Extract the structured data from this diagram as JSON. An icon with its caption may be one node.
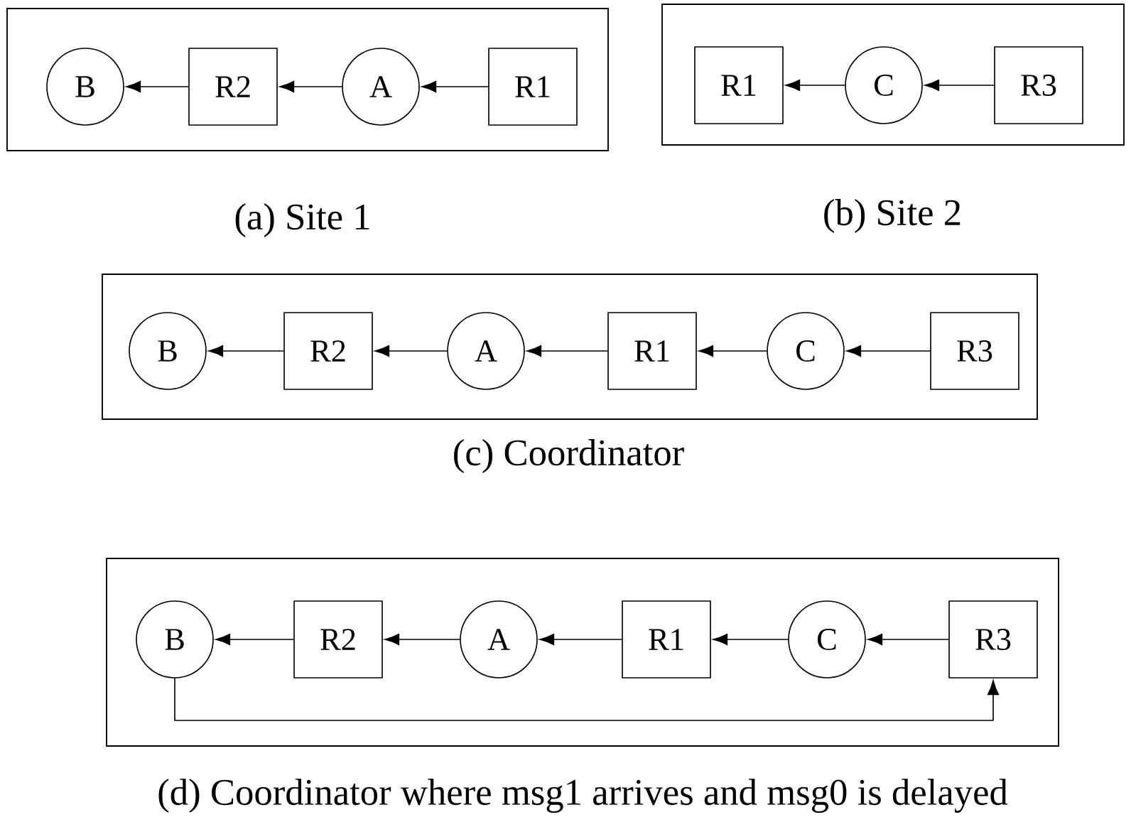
{
  "diagram": {
    "nodes": [
      {
        "text": [
          "(a) Site 1"
        ]
      },
      {
        "text": [
          "B"
        ],
        "in": 0
      },
      {
        "text": [
          "R2"
        ],
        "in": 0
      },
      {
        "text": [
          "A"
        ],
        "in": 0
      },
      {
        "text": [
          "R1"
        ],
        "in": 0
      },
      {
        "text": [
          "(b) Site 2"
        ]
      },
      {
        "text": [
          "R1"
        ],
        "in": 5
      },
      {
        "text": [
          "C"
        ],
        "in": 5
      },
      {
        "text": [
          "R3"
        ],
        "in": 5
      },
      {
        "text": [
          "(c) Coordinator"
        ]
      },
      {
        "text": [
          "B"
        ],
        "in": 9
      },
      {
        "text": [
          "R2"
        ],
        "in": 9
      },
      {
        "text": [
          "A"
        ],
        "in": 9
      },
      {
        "text": [
          "R1"
        ],
        "in": 9
      },
      {
        "text": [
          "C"
        ],
        "in": 9
      },
      {
        "text": [
          "R3"
        ],
        "in": 9
      },
      {
        "text": [
          "(d) Coordinator where msg1 arrives and msg0 is delayed"
        ]
      },
      {
        "text": [
          "B"
        ],
        "in": 16
      },
      {
        "text": [
          "R2"
        ],
        "in": 16
      },
      {
        "text": [
          "A"
        ],
        "in": 16
      },
      {
        "text": [
          "R1"
        ],
        "in": 16
      },
      {
        "text": [
          "C"
        ],
        "in": 16
      },
      {
        "text": [
          "R3"
        ],
        "in": 16
      }
    ],
    "edges": [
      {
        "from": 2,
        "to": 1,
        "arrow": "to"
      },
      {
        "from": 3,
        "to": 2,
        "arrow": "to"
      },
      {
        "from": 4,
        "to": 3,
        "arrow": "to"
      },
      {
        "from": 7,
        "to": 6,
        "arrow": "to"
      },
      {
        "from": 8,
        "to": 7,
        "arrow": "to"
      },
      {
        "from": 11,
        "to": 10,
        "arrow": "to"
      },
      {
        "from": 12,
        "to": 11,
        "arrow": "to"
      },
      {
        "from": 13,
        "to": 12,
        "arrow": "to"
      },
      {
        "from": 14,
        "to": 13,
        "arrow": "to"
      },
      {
        "from": 15,
        "to": 14,
        "arrow": "to"
      },
      {
        "from": 18,
        "to": 17,
        "arrow": "to"
      },
      {
        "from": 19,
        "to": 18,
        "arrow": "to"
      },
      {
        "from": 20,
        "to": 19,
        "arrow": "to"
      },
      {
        "from": 21,
        "to": 20,
        "arrow": "to"
      },
      {
        "from": 22,
        "to": 21,
        "arrow": "to"
      },
      {
        "from": 17,
        "to": 22,
        "arrow": "to"
      }
    ]
  }
}
